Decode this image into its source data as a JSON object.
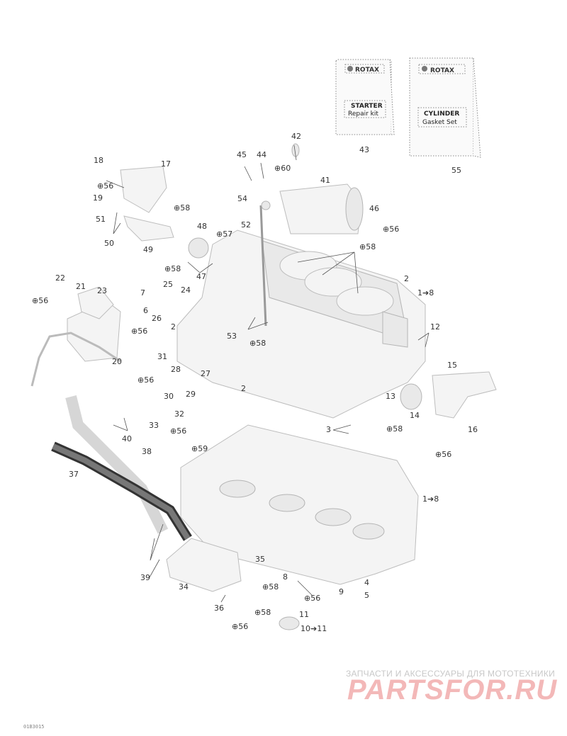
{
  "kits": [
    {
      "brand": "ROTAX",
      "line1": "STARTER",
      "line2": "Repair kit",
      "ref": "43"
    },
    {
      "brand": "ROTAX",
      "line1": "CYLINDER",
      "line2": "Gasket Set",
      "ref": "55"
    }
  ],
  "labels": {
    "l1": "1➔8",
    "l1b": "1➔8",
    "l2": "2",
    "l2b": "2",
    "l2c": "2",
    "l3": "3",
    "l4": "4",
    "l5": "5",
    "l6": "6",
    "l7": "7",
    "l8": "8",
    "l9": "9",
    "l10": "10➔11",
    "l11": "11",
    "l12": "12",
    "l13": "13",
    "l14": "14",
    "l15": "15",
    "l16": "16",
    "l17": "17",
    "l18": "18",
    "l19": "19",
    "l20": "20",
    "l21": "21",
    "l22": "22",
    "l23": "23",
    "l24": "24",
    "l25": "25",
    "l26": "26",
    "l27": "27",
    "l28": "28",
    "l29": "29",
    "l30": "30",
    "l31": "31",
    "l32": "32",
    "l33": "33",
    "l34": "34",
    "l35": "35",
    "l36": "36",
    "l37": "37",
    "l38": "38",
    "l39": "39",
    "l40": "40",
    "l41": "41",
    "l42": "42",
    "l44": "44",
    "l45": "45",
    "l46": "46",
    "l47": "47",
    "l48": "48",
    "l49": "49",
    "l50": "50",
    "l51": "51",
    "l52": "52",
    "l53": "53",
    "l54": "54",
    "s56a": "56",
    "s56b": "56",
    "s56c": "56",
    "s56d": "56",
    "s56e": "56",
    "s56f": "56",
    "s56g": "56",
    "s56h": "56",
    "s56i": "56",
    "s56j": "56",
    "s57": "57",
    "s58a": "58",
    "s58b": "58",
    "s58c": "58",
    "s58d": "58",
    "s58e": "58",
    "s58f": "58",
    "s58g": "58",
    "s58h": "58",
    "s59": "59",
    "s60": "60"
  },
  "watermark": {
    "tagline": "ЗАПЧАСТИ И АКСЕССУАРЫ ДЛЯ МОТОТЕХНИКИ",
    "logo": "PARTSFOR.RU"
  },
  "drawing_code": "01B3015"
}
